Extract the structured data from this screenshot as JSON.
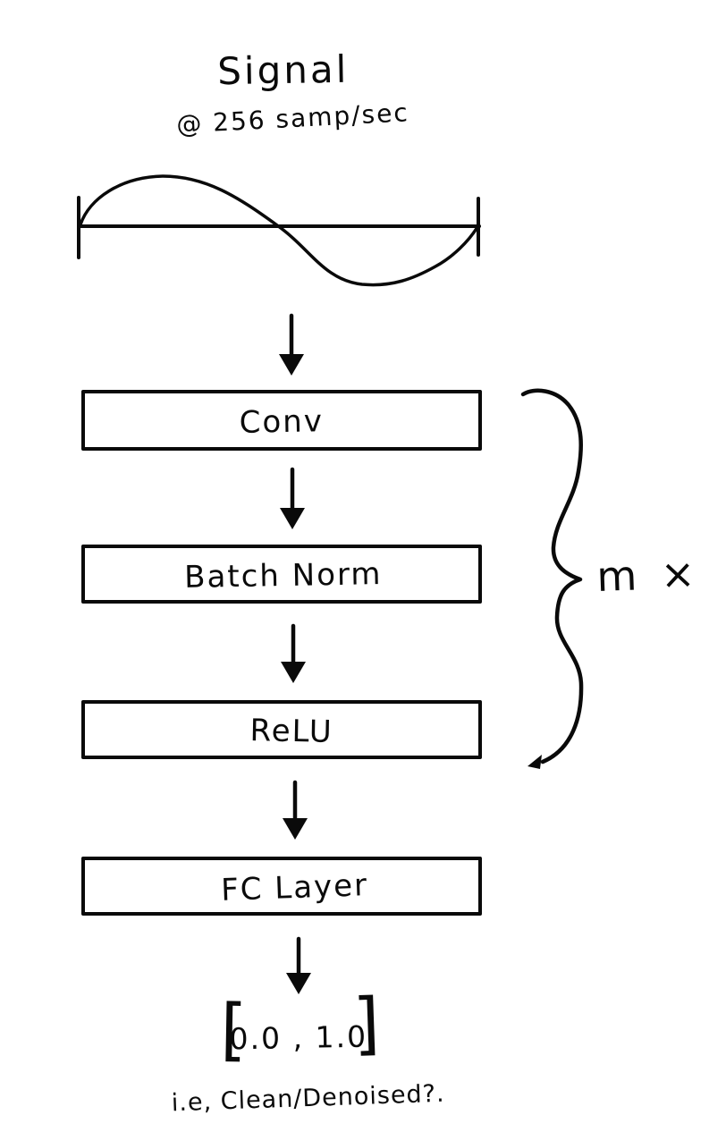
{
  "diagram": {
    "title": "Signal",
    "sample_rate": "@ 256 samp/sec",
    "waveform_icon": "sine-wave",
    "blocks": [
      {
        "label": "Conv"
      },
      {
        "label": "Batch Norm"
      },
      {
        "label": "ReLU"
      },
      {
        "label": "FC Layer"
      }
    ],
    "repeat_annotation": "m ×",
    "output": {
      "open_bracket": "[",
      "range": "0.0 , 1.0",
      "close_bracket": "]",
      "note": "i.e, Clean/Denoised?."
    },
    "style": {
      "ink_color": "#0a0a0a",
      "background_color": "#ffffff"
    }
  }
}
